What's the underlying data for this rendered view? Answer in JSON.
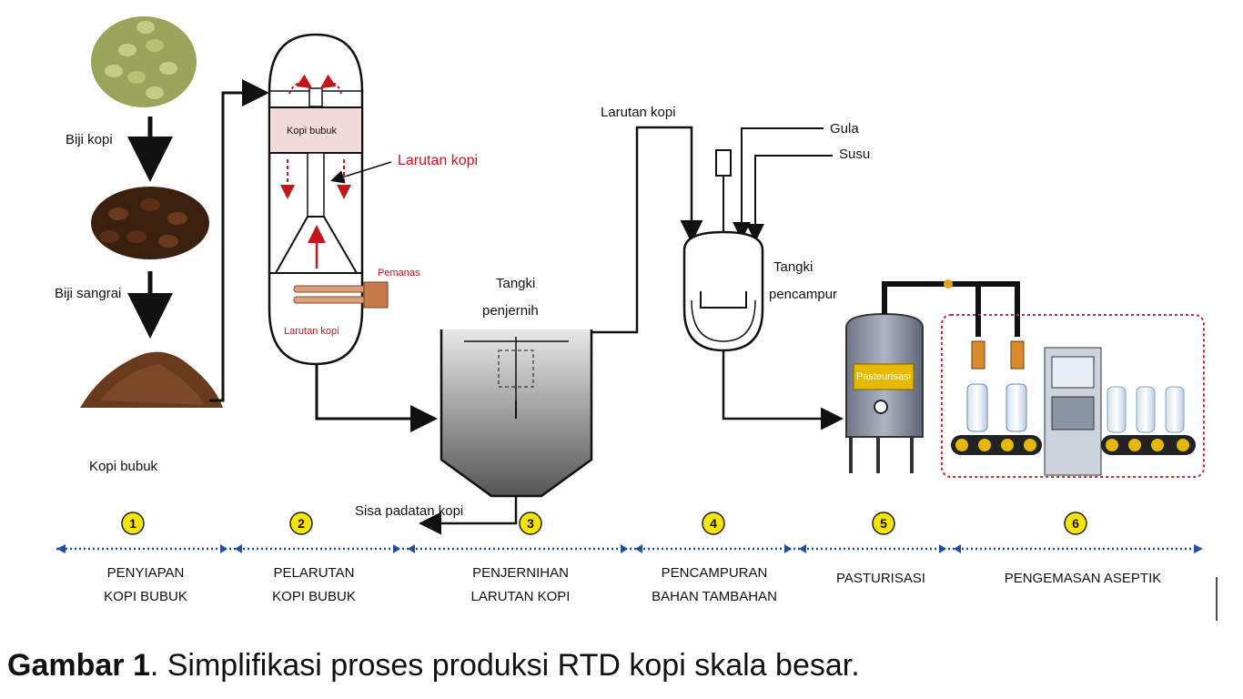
{
  "labels": {
    "biji_kopi": "Biji kopi",
    "biji_sangrai": "Biji sangrai",
    "kopi_bubuk": "Kopi bubuk",
    "extractor_kopi_bubuk": "Kopi bubuk",
    "extractor_larutan_kopi": "Larutan kopi",
    "pemanas": "Pemanas",
    "extractor_bottom_larutan": "Larutan kopi",
    "tangki_penjernih_1": "Tangki",
    "tangki_penjernih_2": "penjernih",
    "sisa_padatan": "Sisa padatan kopi",
    "larutan_kopi_pipe": "Larutan kopi",
    "gula": "Gula",
    "susu": "Susu",
    "tangki_pencampur_1": "Tangki",
    "tangki_pencampur_2": "pencampur",
    "pasteurizer_label": "Pasteurisasi"
  },
  "stages": [
    {
      "num": "1",
      "line1": "PENYIAPAN",
      "line2": "KOPI BUBUK"
    },
    {
      "num": "2",
      "line1": "PELARUTAN",
      "line2": "KOPI BUBUK"
    },
    {
      "num": "3",
      "line1": "PENJERNIHAN",
      "line2": "LARUTAN KOPI"
    },
    {
      "num": "4",
      "line1": "PENCAMPURAN",
      "line2": "BAHAN TAMBAHAN"
    },
    {
      "num": "5",
      "line1": "PASTURISASI",
      "line2": ""
    },
    {
      "num": "6",
      "line1": "PENGEMASAN ASEPTIK",
      "line2": ""
    }
  ],
  "caption": {
    "bold": "Gambar 1",
    "rest": ". Simplifikasi proses produksi RTD kopi skala besar."
  },
  "colors": {
    "accent_red": "#c4161c",
    "timeline_blue": "#1f4fa3",
    "badge_yellow": "#f5e500",
    "dashed_box": "#d0202a"
  }
}
